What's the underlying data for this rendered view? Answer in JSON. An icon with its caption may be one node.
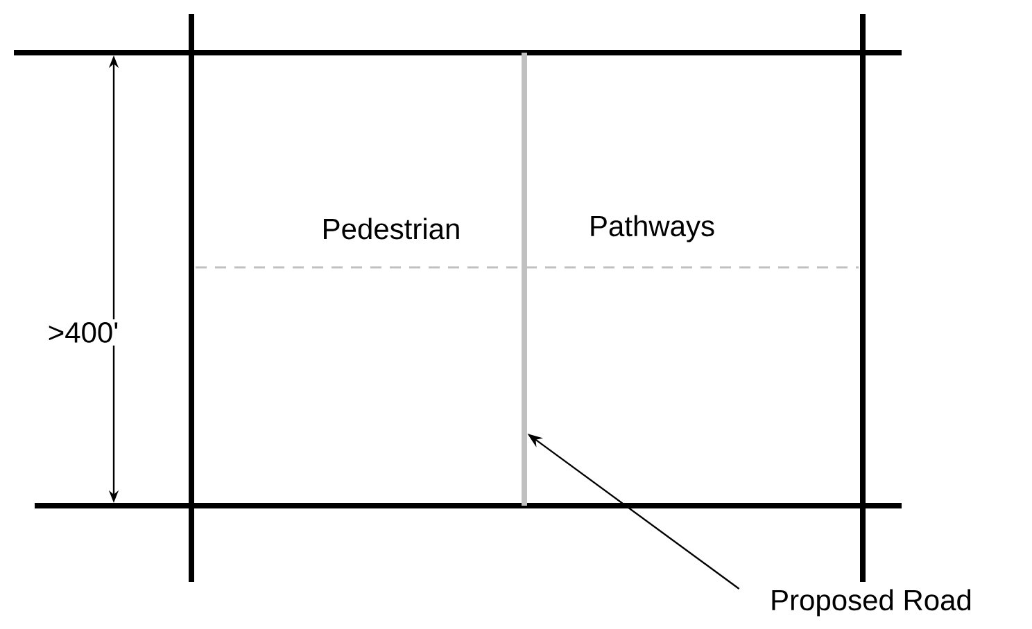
{
  "diagram": {
    "nodes": [
      {
        "text": [
          "Proposed Road"
        ]
      },
      {
        "text": [],
        "shape": "bar"
      }
    ],
    "edges": [
      {
        "from": 0,
        "to": 1,
        "arrow": "to"
      }
    ],
    "labels": [
      ">400'",
      "Pedestrian",
      "Pathways"
    ]
  }
}
